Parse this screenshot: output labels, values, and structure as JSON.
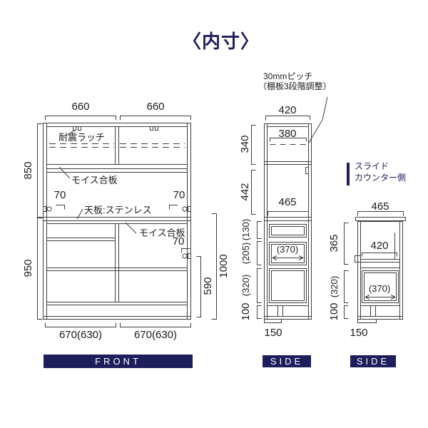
{
  "title": "〈内寸〉",
  "colors": {
    "navy": "#1e1e5c",
    "line": "#3f3f3f"
  },
  "front": {
    "bar_label": "FRONT",
    "dim_top_left": "660",
    "dim_top_right": "660",
    "dim_left_upper": "850",
    "dim_left_lower": "950",
    "dim_gap_upper_left": "70",
    "dim_gap_upper_right": "70",
    "dim_gap_lower_right": "70",
    "dim_right_total": "1000",
    "dim_right_inner": "590",
    "dim_bottom_left": "670(630)",
    "dim_bottom_right": "670(630)",
    "label_latch": "耐震ラッチ",
    "label_moise_upper": "モイス合板",
    "label_top_panel": "天板:ステンレス",
    "label_moise_lower": "モイス合板"
  },
  "side1": {
    "bar_label": "SIDE",
    "note_line1": "30mmピッチ",
    "note_line2": "（棚板3段階調整）",
    "dim_top_width": "420",
    "dim_inner_width": "380",
    "dim_upper_height": "340",
    "dim_open_height": "442",
    "dim_counter_width": "465",
    "dim_drawer1": "(130)",
    "dim_drawer2": "(205)",
    "dim_drawer_width": "(370)",
    "dim_drawer3": "(320)",
    "dim_base": "100",
    "dim_foot": "150"
  },
  "side2": {
    "bar_label": "SIDE",
    "note_line1": "スライド",
    "note_line2": "カウンター側",
    "dim_top_width": "465",
    "dim_counter_width": "420",
    "dim_open_height": "365",
    "dim_drawer_width": "(370)",
    "dim_drawer3": "(320)",
    "dim_base": "100",
    "dim_foot": "150"
  }
}
